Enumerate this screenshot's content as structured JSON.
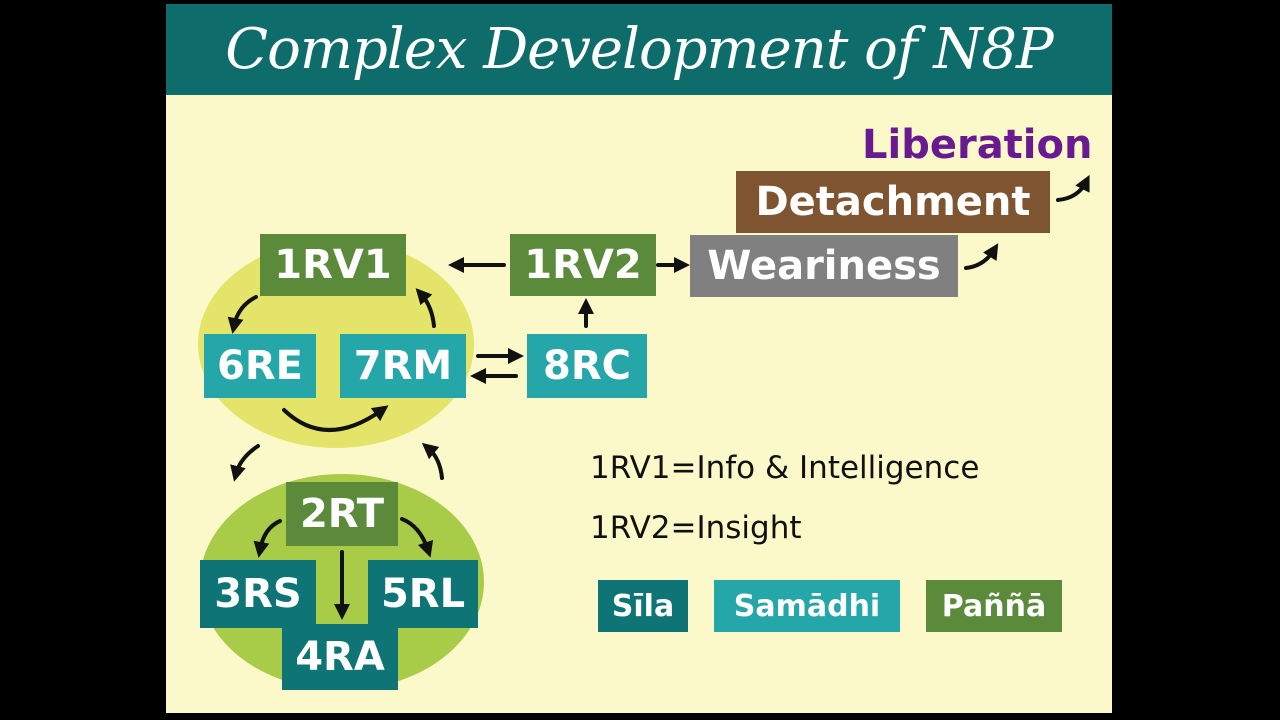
{
  "title": "Complex Development of N8P",
  "colors": {
    "frame": "#000000",
    "background": "#fbf9c9",
    "title_bar": "#0e6d6b",
    "sila": "#0f7476",
    "samadhi": "#25a6a8",
    "panna": "#5b8a3a",
    "weariness": "#808080",
    "detachment": "#7f5430",
    "liberation": "#6a1a91",
    "ellipse_upper": "#e4e46a",
    "ellipse_lower": "#a8cc48"
  },
  "nodes": {
    "rv1": "1RV1",
    "rv2": "1RV2",
    "weariness": "Weariness",
    "detachment": "Detachment",
    "liberation": "Liberation",
    "re": "6RE",
    "rm": "7RM",
    "rc": "8RC",
    "rt": "2RT",
    "rs": "3RS",
    "rl": "5RL",
    "ra": "4RA"
  },
  "notes": [
    "1RV1=Info & Intelligence",
    "1RV2=Insight"
  ],
  "legend": [
    {
      "label": "Sīla",
      "color": "#0f7476"
    },
    {
      "label": "Samādhi",
      "color": "#25a6a8"
    },
    {
      "label": "Paññā",
      "color": "#5b8a3a"
    }
  ]
}
